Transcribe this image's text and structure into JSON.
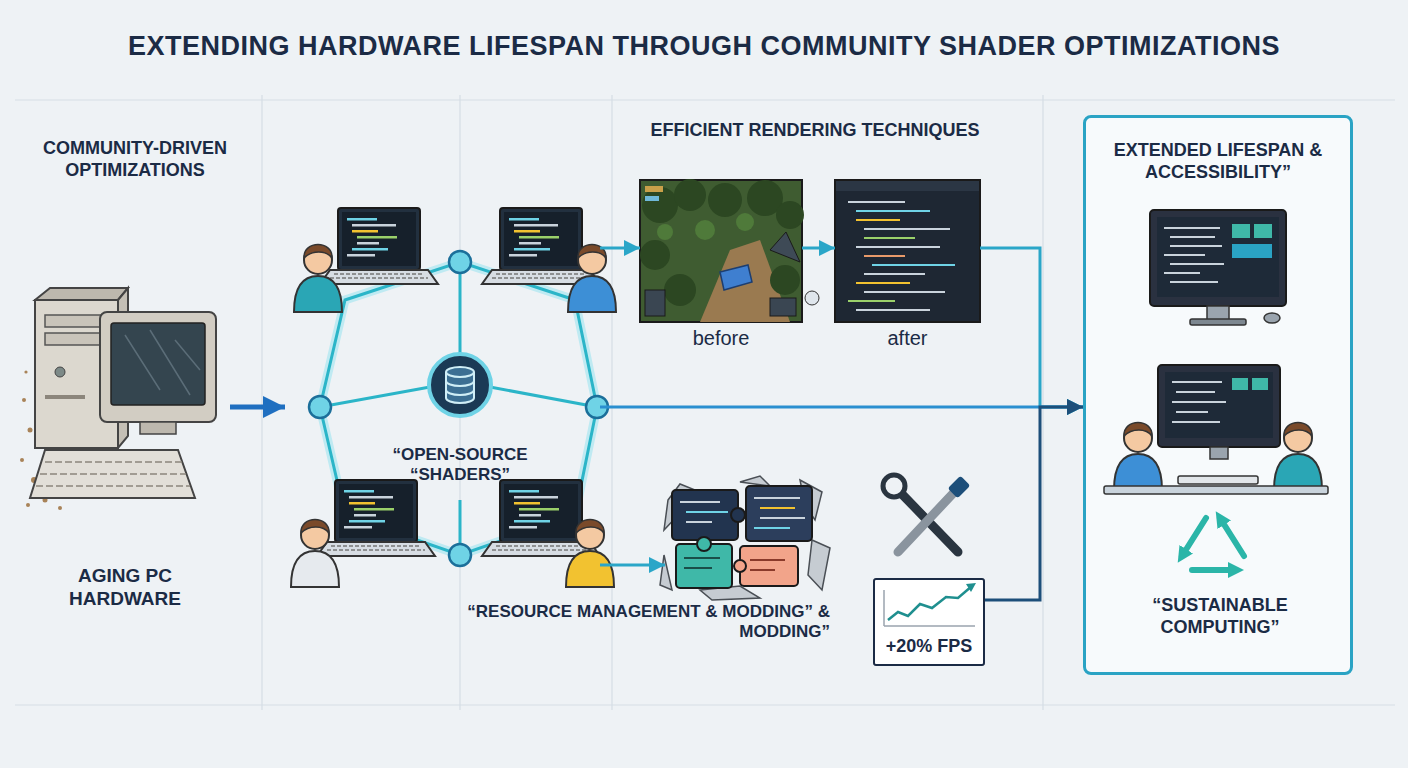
{
  "diagram": {
    "title": "EXTENDING HARDWARE LIFESPAN THROUGH COMMUNITY SHADER OPTIMIZATIONS",
    "nodes": [
      {
        "text": [
          "AGING PC HARDWARE"
        ]
      },
      {
        "text": [
          "“OPEN-SOURCE “SHADERS”"
        ]
      },
      {
        "text": [
          "before"
        ]
      },
      {
        "text": [
          "after"
        ]
      },
      {
        "text": [
          "“RESOURCE MANAGEMENT & MODDING” & MODDING”"
        ]
      },
      {
        "text": [
          "+20% FPS"
        ]
      },
      {
        "text": [
          "EXTENDED LIFESPAN & ACCESSIBILITY”"
        ]
      },
      {
        "text": [
          "“SUSTAINABLE COMPUTING”"
        ],
        "in": 6
      }
    ],
    "edges": [
      {
        "from": 0,
        "to": 1,
        "arrow": "to"
      },
      {
        "from": 1,
        "to": 2,
        "arrow": "to"
      },
      {
        "from": 2,
        "to": 3,
        "arrow": "to"
      },
      {
        "from": 1,
        "to": 4,
        "arrow": "to"
      },
      {
        "from": 3,
        "to": 6,
        "arrow": "to"
      },
      {
        "from": 1,
        "to": 6,
        "arrow": "to"
      },
      {
        "from": 5,
        "to": 6,
        "arrow": "to"
      }
    ],
    "labels": [
      "COMMUNITY-DRIVEN OPTIMIZATIONS",
      "EFFICIENT RENDERING TECHNIQUES"
    ]
  }
}
